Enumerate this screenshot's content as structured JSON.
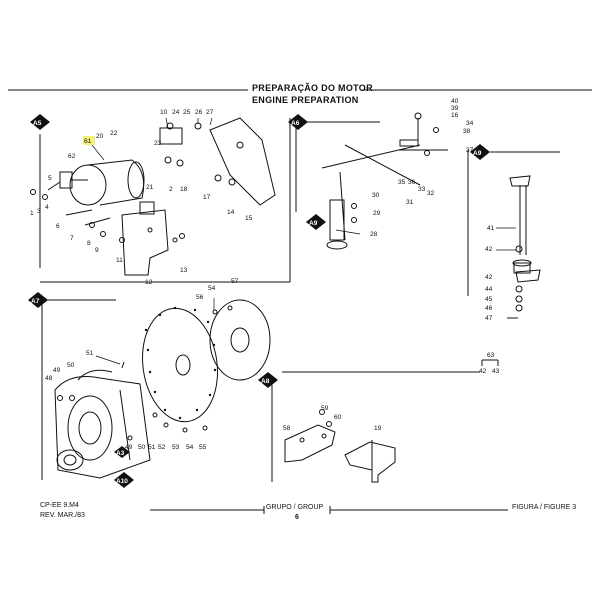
{
  "header": {
    "title_pt": "PREPARAÇÃO DO MOTOR",
    "title_en": "ENGINE PREPARATION"
  },
  "tags": {
    "a5": "A5",
    "a6": "A6",
    "a7": "A7",
    "a8": "A8",
    "a9_left": "A9",
    "a9_right": "A9",
    "a10": "A10",
    "a3": "A3"
  },
  "footer": {
    "code": "CP-EE 9.M4",
    "rev": "REV. MAR./83",
    "group_label": "GRUPO / GROUP",
    "group_number": "6",
    "figure_label": "FIGURA / FIGURE 3"
  },
  "callouts": {
    "c1": "1",
    "c2": "2",
    "c3": "3",
    "c4": "4",
    "c5": "5",
    "c6": "6",
    "c7": "7",
    "c8": "8",
    "c9": "9",
    "c10": "10",
    "c11": "11",
    "c12": "12",
    "c13": "13",
    "c14": "14",
    "c15": "15",
    "c16": "16",
    "c17": "17",
    "c18": "18",
    "c19": "19",
    "c20": "20",
    "c21": "21",
    "c22": "22",
    "c23": "23",
    "c24": "24",
    "c25": "25",
    "c26": "26",
    "c27": "27",
    "c28": "28",
    "c29": "29",
    "c30": "30",
    "c31": "31",
    "c32": "32",
    "c33": "33",
    "c34": "34",
    "c35": "35",
    "c36": "36",
    "c37": "37",
    "c38": "38",
    "c39": "39",
    "c40": "40",
    "c41": "41",
    "c42": "42",
    "c43": "43",
    "c44": "44",
    "c45": "45",
    "c46": "46",
    "c47": "47",
    "c48": "48",
    "c49": "49",
    "c50": "50",
    "c51": "51",
    "c52": "52",
    "c53": "53",
    "c54": "54",
    "c55": "55",
    "c56": "56",
    "c57": "57",
    "c58": "58",
    "c59": "59",
    "c60": "60",
    "c61": "61",
    "c62": "62",
    "c63": "63"
  },
  "highlight_color": "#f4f07a",
  "line_color": "#111111"
}
